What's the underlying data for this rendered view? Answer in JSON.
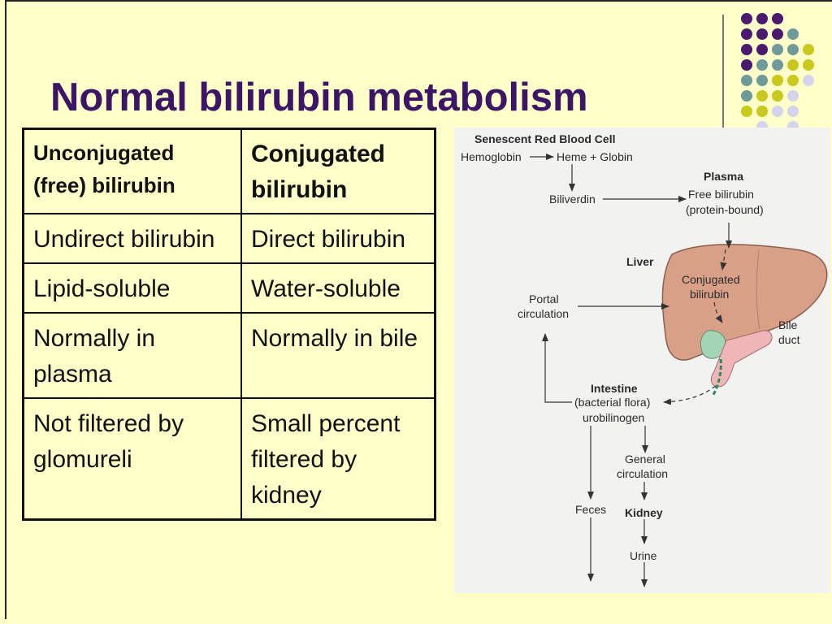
{
  "slide": {
    "title": "Normal bilirubin metabolism"
  },
  "table": {
    "headers": [
      "Unconjugated (free) bilirubin",
      "Conjugated bilirubin"
    ],
    "rows": [
      [
        "Undirect bilirubin",
        "Direct bilirubin"
      ],
      [
        "Lipid-soluble",
        "Water-soluble"
      ],
      [
        "Normally in plasma",
        "Normally in bile"
      ],
      [
        "Not filtered by glomureli",
        "Small percent filtered by kidney"
      ]
    ]
  },
  "diagram": {
    "title": "Senescent Red Blood Cell",
    "hemoglobin": "Hemoglobin",
    "heme_globin": "Heme + Globin",
    "plasma": "Plasma",
    "biliverdin": "Biliverdin",
    "free_bilirubin": "Free bilirubin",
    "protein_bound": "(protein-bound)",
    "liver": "Liver",
    "conjugated_1": "Conjugated",
    "conjugated_2": "bilirubin",
    "portal_1": "Portal",
    "portal_2": "circulation",
    "bile_1": "Bile",
    "bile_2": "duct",
    "intestine": "Intestine",
    "bacterial_flora": "(bacterial flora)",
    "urobilinogen": "urobilinogen",
    "general_1": "General",
    "general_2": "circulation",
    "feces": "Feces",
    "kidney": "Kidney",
    "urine": "Urine"
  },
  "colors": {
    "title": "#3d1566",
    "background": "#ffffc9",
    "dot_purple": "#4a1a6e",
    "dot_teal": "#6f9a9a",
    "dot_olive": "#c8c81e",
    "dot_lavender": "#d4d4ec",
    "liver": "#d9a088"
  }
}
